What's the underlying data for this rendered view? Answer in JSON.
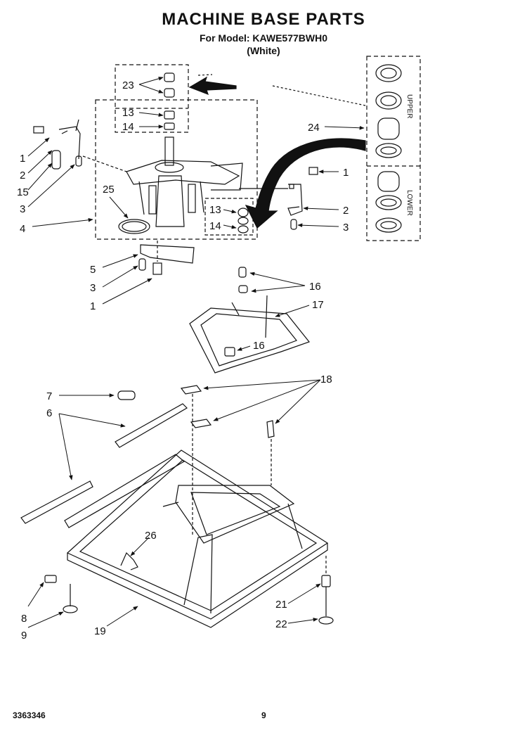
{
  "header": {
    "title": "MACHINE BASE PARTS",
    "model_line": "For Model: KAWE577BWH0",
    "color_line": "(White)"
  },
  "footer": {
    "doc_number": "3363346",
    "page_number": "9"
  },
  "seal_kit": {
    "upper_label": "UPPER",
    "lower_label": "LOWER"
  },
  "callouts": {
    "c23": "23",
    "c13_top": "13",
    "c14_top": "14",
    "c24": "24",
    "c1_left": "1",
    "c2_left": "2",
    "c15": "15",
    "c3_left": "3",
    "c25": "25",
    "c4": "4",
    "c1_right": "1",
    "c2_right": "2",
    "c3_right": "3",
    "c13_mid": "13",
    "c14_mid": "14",
    "c5": "5",
    "c3_lower": "3",
    "c1_lower": "1",
    "c16_top": "16",
    "c17": "17",
    "c16_mid": "16",
    "c18": "18",
    "c7": "7",
    "c6": "6",
    "c26": "26",
    "c8": "8",
    "c9": "9",
    "c19": "19",
    "c21": "21",
    "c22": "22"
  }
}
